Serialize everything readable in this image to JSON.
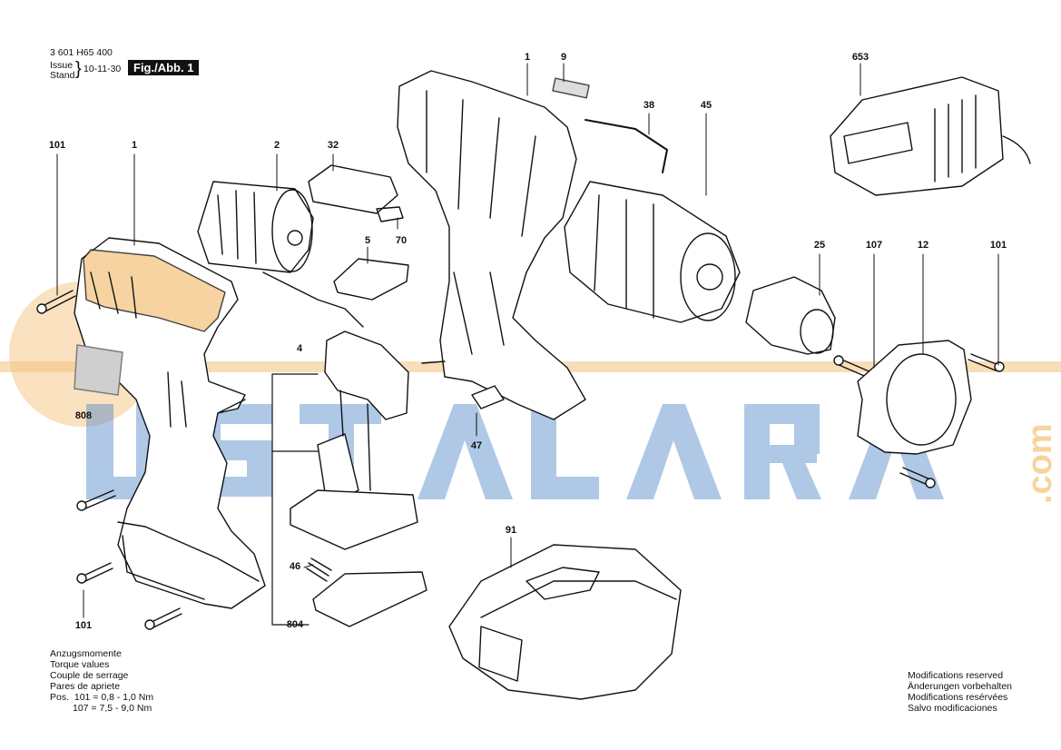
{
  "header": {
    "part_no": "3 601 H65 400",
    "issue_label": "Issue",
    "stand_label": "Stand",
    "date": "10-11-30",
    "figure": "Fig./Abb. 1"
  },
  "watermark": {
    "text": "USTALARA",
    "suffix": ".com",
    "color_blue": "#4f86c6",
    "color_orange": "#f2a93b"
  },
  "callouts": {
    "c101a": "101",
    "c1a": "1",
    "c2": "2",
    "c32": "32",
    "c1b": "1",
    "c9": "9",
    "c38": "38",
    "c45": "45",
    "c653": "653",
    "c5": "5",
    "c70": "70",
    "c25": "25",
    "c107": "107",
    "c12": "12",
    "c101b": "101",
    "c4": "4",
    "c808": "808",
    "c47": "47",
    "c91": "91",
    "c46": "46",
    "c101c": "101",
    "c804": "804"
  },
  "torque": {
    "lines": [
      "Anzugsmomente",
      "Torque values",
      "Couple de serrage",
      "Pares de apriete"
    ],
    "pos_label": "Pos.",
    "row1": "101 =  0,8 - 1,0 Nm",
    "row2": "107 =  7,5 - 9,0 Nm"
  },
  "notice": {
    "lines": [
      "Modifications reserved",
      "Änderungen vorbehalten",
      "Modifications resérvées",
      "Salvo modificaciones"
    ]
  }
}
